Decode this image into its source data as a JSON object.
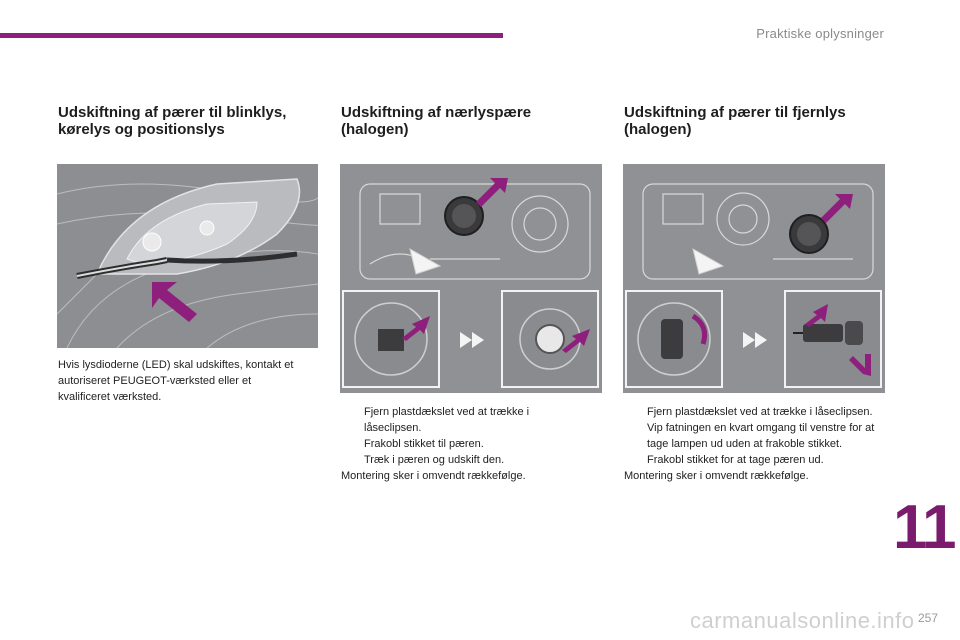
{
  "header": {
    "section_label": "Praktiske oplysninger"
  },
  "columns": [
    {
      "title": "Udskiftning af pærer til blinklys,\nkørelys og positionslys",
      "paragraph": "Hvis lysdioderne (LED) skal udskiftes, kontakt et autoriseret PEUGEOT-værksted eller et kvalificeret værksted."
    },
    {
      "title": "Udskiftning af nærlyspære\n(halogen)",
      "steps": [
        "Fjern plastdækslet ved at trække i låseclipsen.",
        "Frakobl stikket til pæren.",
        "Træk i pæren og udskift den."
      ],
      "footer": "Montering sker i omvendt rækkefølge."
    },
    {
      "title": "Udskiftning af pærer til fjernlys\n(halogen)",
      "steps": [
        "Fjern plastdækslet ved at trække i låseclipsen.",
        "Vip fatningen en kvart omgang til venstre for at tage lampen ud uden at frakoble stikket.",
        "Frakobl stikket for at tage pæren ud."
      ],
      "footer": "Montering sker i omvendt rækkefølge."
    }
  ],
  "bullet_glyph": "",
  "chapter_number": "11",
  "page_number": "257",
  "watermark": "carmanualsonline.info",
  "colors": {
    "accent": "#8e1f7c",
    "chapter": "#7b1b6e",
    "figure_bg": "#8f8f92"
  }
}
